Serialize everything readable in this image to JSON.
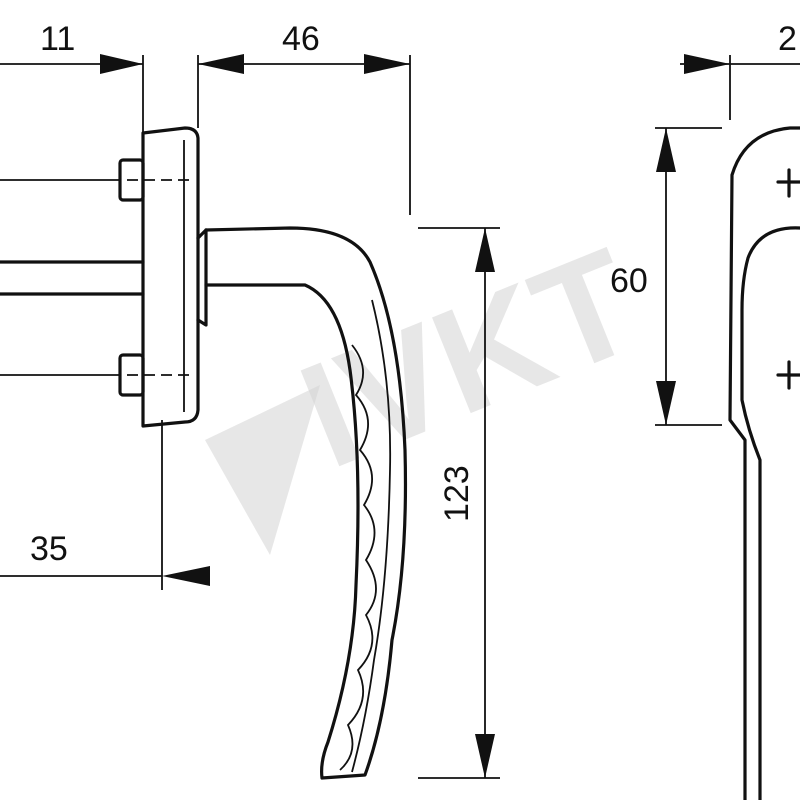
{
  "dimensions": {
    "plate_thickness": "11",
    "handle_projection": "46",
    "handle_length": "123",
    "base_to_spindle": "35",
    "screw_spacing": "60",
    "rose_width_partial": "2"
  },
  "watermark": "IVKT",
  "colors": {
    "line": "#111111",
    "watermark": "#d4d4d4",
    "background": "#ffffff"
  }
}
